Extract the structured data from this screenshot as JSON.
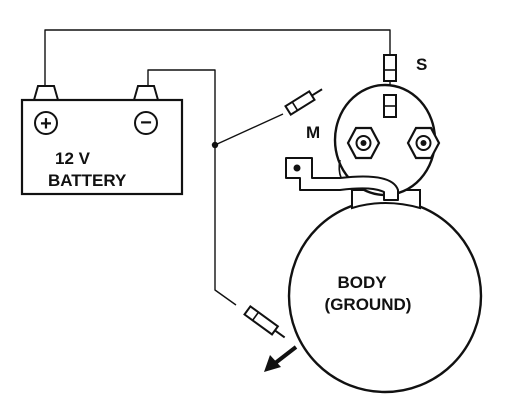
{
  "battery": {
    "voltage_label": "12 V",
    "name_label": "BATTERY",
    "positive_symbol": "+",
    "negative_symbol": "−"
  },
  "starter": {
    "terminal_s_label": "S",
    "terminal_m_label": "M",
    "body_label_line1": "BODY",
    "body_label_line2": "(GROUND)"
  },
  "icons": {
    "probe_arrow": "arrow-down-left-icon"
  },
  "colors": {
    "ink": "#111111",
    "paper": "#ffffff"
  }
}
